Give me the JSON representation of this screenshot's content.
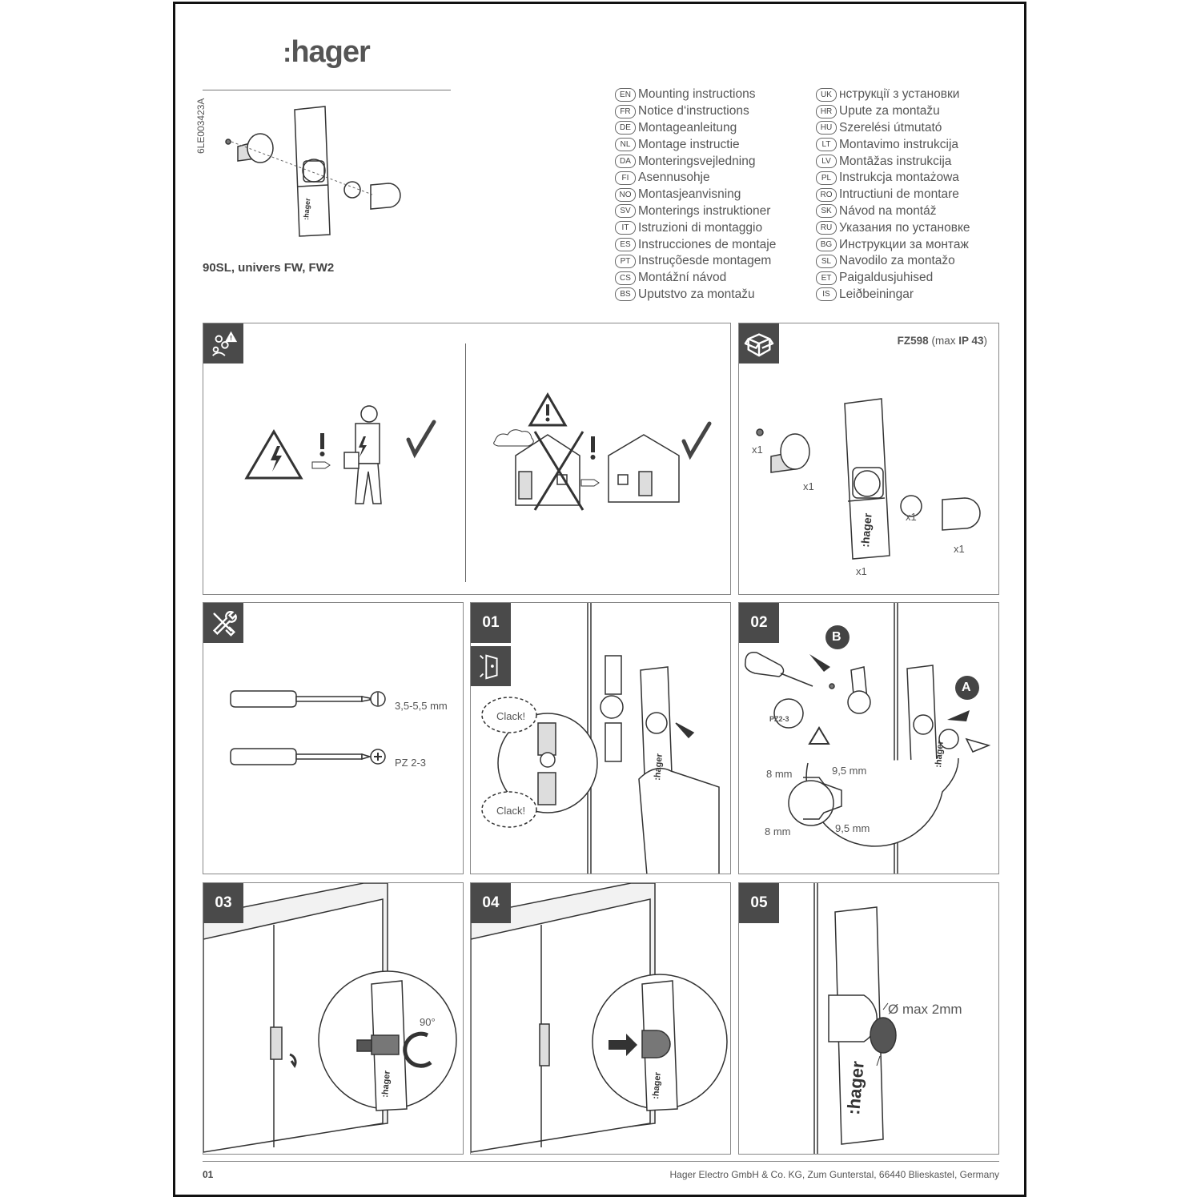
{
  "header": {
    "logo_text": "hager",
    "doc_code": "6LE003423A",
    "product_title": "90SL, univers FW, FW2"
  },
  "languages_left": [
    {
      "code": "EN",
      "label": "Mounting instructions"
    },
    {
      "code": "FR",
      "label": "Notice d‘instructions"
    },
    {
      "code": "DE",
      "label": "Montageanleitung"
    },
    {
      "code": "NL",
      "label": "Montage instructie"
    },
    {
      "code": "DA",
      "label": "Monteringsvejledning"
    },
    {
      "code": "FI",
      "label": "Asennusohje"
    },
    {
      "code": "NO",
      "label": "Montasjeanvisning"
    },
    {
      "code": "SV",
      "label": "Monterings instruktioner"
    },
    {
      "code": "IT",
      "label": "Istruzioni di montaggio"
    },
    {
      "code": "ES",
      "label": "Instrucciones de montaje"
    },
    {
      "code": "PT",
      "label": "Instruçõesde montagem"
    },
    {
      "code": "CS",
      "label": "Montážní návod"
    },
    {
      "code": "BS",
      "label": "Uputstvo za montažu"
    }
  ],
  "languages_right": [
    {
      "code": "UK",
      "label": "нструкції з установки"
    },
    {
      "code": "HR",
      "label": "Upute za montažu"
    },
    {
      "code": "HU",
      "label": "Szerelési útmutató"
    },
    {
      "code": "LT",
      "label": "Montavimo instrukcija"
    },
    {
      "code": "LV",
      "label": "Montāžas instrukcija"
    },
    {
      "code": "PL",
      "label": "Instrukcja montażowa"
    },
    {
      "code": "RO",
      "label": "Intructiuni de montare"
    },
    {
      "code": "SK",
      "label": "Návod na montáž"
    },
    {
      "code": "RU",
      "label": "Указания по установке"
    },
    {
      "code": "BG",
      "label": "Инструкции за монтаж"
    },
    {
      "code": "SL",
      "label": "Navodilo za montažo"
    },
    {
      "code": "ET",
      "label": "Paigaldusjuhised"
    },
    {
      "code": "IS",
      "label": "Leiðbeiningar"
    }
  ],
  "contents_panel": {
    "part_number": "FZ598",
    "max_prefix": "(max",
    "ip_rating": "IP 43",
    "close_paren": ")",
    "qty_screw": "x1",
    "qty_insert": "x1",
    "qty_adapter": "x1",
    "qty_cover": "x1",
    "qty_handle": "x1",
    "handle_brand": "hager"
  },
  "tools_panel": {
    "flat_size": "3,5-5,5 mm",
    "phillips_size": "PZ 2-3"
  },
  "steps": {
    "s01": {
      "number": "01",
      "clack_top": "Clack!",
      "clack_bottom": "Clack!",
      "brand": "hager"
    },
    "s02": {
      "number": "02",
      "label_b": "B",
      "label_a": "A",
      "pz": "PZ2-3",
      "dim_8_top": "8 mm",
      "dim_95_top": "9,5 mm",
      "dim_8_bottom": "8 mm",
      "dim_95_bottom": "9,5 mm",
      "brand": "hager"
    },
    "s03": {
      "number": "03",
      "angle": "90°",
      "brand": "hager"
    },
    "s04": {
      "number": "04",
      "brand": "hager"
    },
    "s05": {
      "number": "05",
      "diameter": "Ø max 2mm",
      "brand": "hager"
    }
  },
  "footer": {
    "page": "01",
    "address": "Hager Electro GmbH & Co. KG, Zum Gunterstal, 66440 Blieskastel, Germany"
  },
  "icons": [
    "safety-people-warning-icon",
    "box-contents-icon",
    "tools-icon",
    "door-mount-icon",
    "electric-hazard-icon",
    "warning-icon",
    "check-icon"
  ]
}
